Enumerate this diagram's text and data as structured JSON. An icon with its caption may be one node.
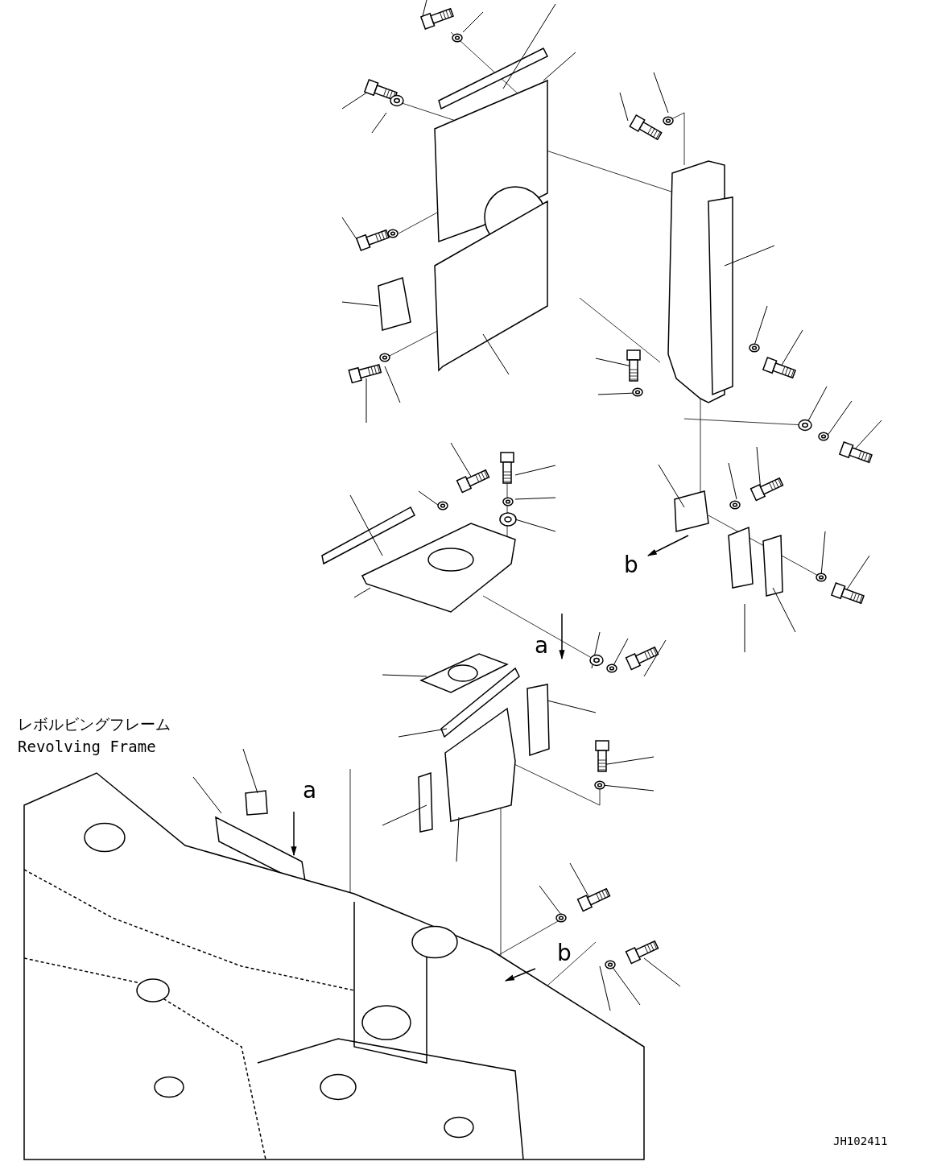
{
  "diagram": {
    "labels": [
      "b",
      "a",
      "レボルビングフレーム",
      "Revolving Frame",
      "a",
      "b",
      "JH102411"
    ]
  }
}
